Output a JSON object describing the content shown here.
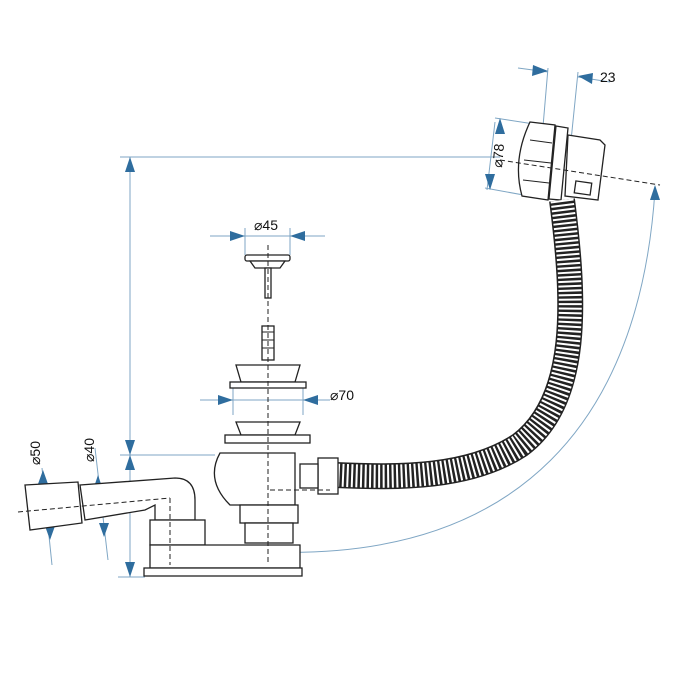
{
  "diagram": {
    "title": "Bath waste and overflow set",
    "dimensions": {
      "stopper_diameter": "⌀45",
      "drain_diameter": "⌀70",
      "overflow_diameter": "⌀78",
      "overflow_depth": "23",
      "outlet_outer_diameter": "⌀50",
      "outlet_inner_diameter": "⌀40"
    },
    "colors": {
      "dimension_line": "#7fa6c4",
      "arrow": "#2f6d9e",
      "outline": "#222222"
    }
  }
}
